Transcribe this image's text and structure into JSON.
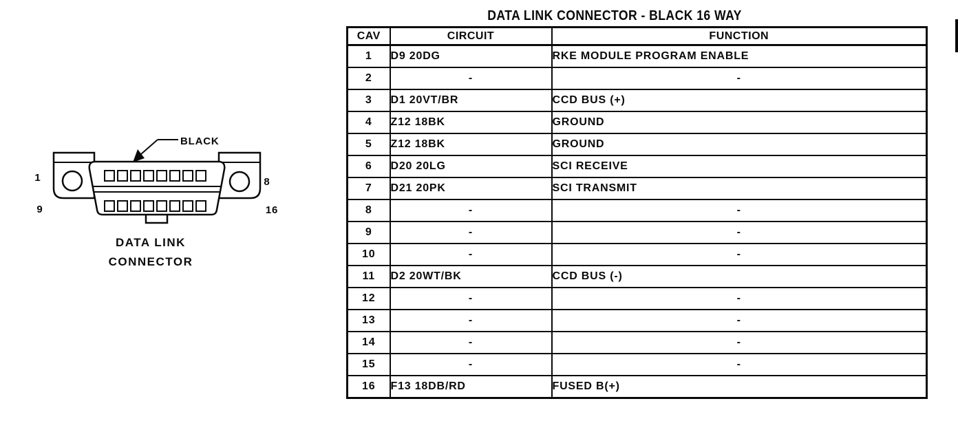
{
  "title": "DATA LINK CONNECTOR - BLACK 16 WAY",
  "diagram": {
    "color_label": "BLACK",
    "caption_line1": "DATA LINK",
    "caption_line2": "CONNECTOR",
    "pin_labels": {
      "top_left": "1",
      "top_right": "8",
      "bottom_left": "9",
      "bottom_right": "16"
    }
  },
  "table": {
    "headers": [
      "CAV",
      "CIRCUIT",
      "FUNCTION"
    ],
    "rows": [
      {
        "cav": "1",
        "circuit": "D9 20DG",
        "function": "RKE MODULE PROGRAM ENABLE"
      },
      {
        "cav": "2",
        "circuit": "-",
        "function": "-"
      },
      {
        "cav": "3",
        "circuit": "D1 20VT/BR",
        "function": "CCD BUS (+)"
      },
      {
        "cav": "4",
        "circuit": "Z12 18BK",
        "function": "GROUND"
      },
      {
        "cav": "5",
        "circuit": "Z12 18BK",
        "function": "GROUND"
      },
      {
        "cav": "6",
        "circuit": "D20 20LG",
        "function": "SCI RECEIVE"
      },
      {
        "cav": "7",
        "circuit": "D21 20PK",
        "function": "SCI TRANSMIT"
      },
      {
        "cav": "8",
        "circuit": "-",
        "function": "-"
      },
      {
        "cav": "9",
        "circuit": "-",
        "function": "-"
      },
      {
        "cav": "10",
        "circuit": "-",
        "function": "-"
      },
      {
        "cav": "11",
        "circuit": "D2 20WT/BK",
        "function": "CCD BUS (-)"
      },
      {
        "cav": "12",
        "circuit": "-",
        "function": "-"
      },
      {
        "cav": "13",
        "circuit": "-",
        "function": "-"
      },
      {
        "cav": "14",
        "circuit": "-",
        "function": "-"
      },
      {
        "cav": "15",
        "circuit": "-",
        "function": "-"
      },
      {
        "cav": "16",
        "circuit": "F13 18DB/RD",
        "function": "FUSED B(+)"
      }
    ]
  },
  "colors": {
    "ink": "#0a0a0a",
    "background": "#ffffff"
  }
}
